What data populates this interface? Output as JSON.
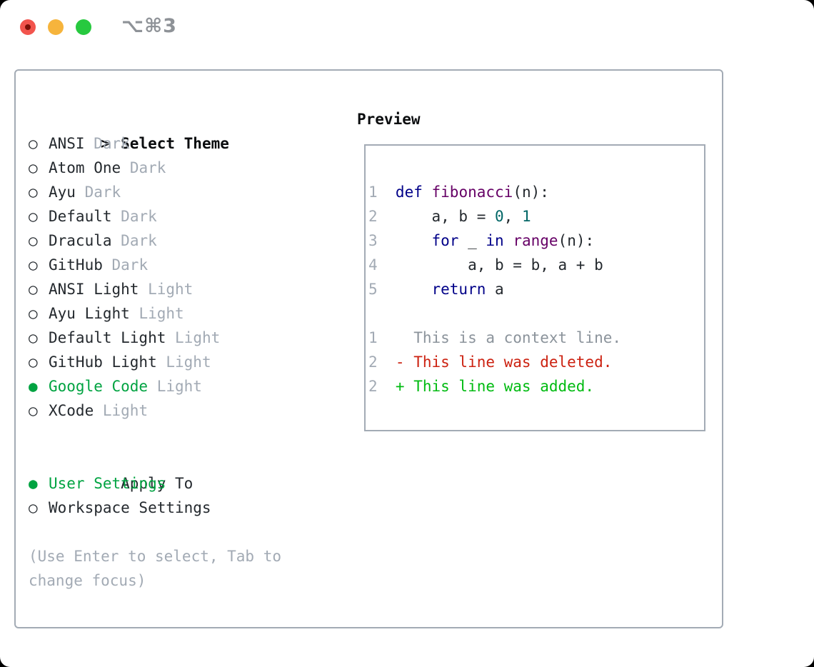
{
  "window": {
    "shortcut": "⌥⌘3"
  },
  "colors": {
    "text": "#24292e",
    "heading": "#0b0d0f",
    "muted": "#a2aab4",
    "context": "#8b939b",
    "border": "#a3abb5",
    "green": "#00a341",
    "kw": "#000088",
    "fn": "#660066",
    "num": "#006666",
    "red": "#cc2211",
    "diffgreen": "#00bb11",
    "tl_red": "#f2544d",
    "tl_red_dot": "#7c1008",
    "tl_yellow": "#f6b43c",
    "tl_green": "#27c93f",
    "shortcut": "#8e9297"
  },
  "symbols": {
    "header_prefix": ">",
    "radio_unselected": "○",
    "radio_selected": "●"
  },
  "theme_picker": {
    "header": "Select Theme",
    "items": [
      {
        "name": "ANSI",
        "tag": "Dark",
        "selected": false
      },
      {
        "name": "Atom One",
        "tag": "Dark",
        "selected": false
      },
      {
        "name": "Ayu",
        "tag": "Dark",
        "selected": false
      },
      {
        "name": "Default",
        "tag": "Dark",
        "selected": false
      },
      {
        "name": "Dracula",
        "tag": "Dark",
        "selected": false
      },
      {
        "name": "GitHub",
        "tag": "Dark",
        "selected": false
      },
      {
        "name": "ANSI Light",
        "tag": "Light",
        "selected": false
      },
      {
        "name": "Ayu Light",
        "tag": "Light",
        "selected": false
      },
      {
        "name": "Default Light",
        "tag": "Light",
        "selected": false
      },
      {
        "name": "GitHub Light",
        "tag": "Light",
        "selected": false
      },
      {
        "name": "Google Code",
        "tag": "Light",
        "selected": true
      },
      {
        "name": "XCode",
        "tag": "Light",
        "selected": false
      }
    ]
  },
  "apply_to": {
    "header": "Apply To",
    "options": [
      {
        "label": "User Settings",
        "selected": true
      },
      {
        "label": "Workspace Settings",
        "selected": false
      }
    ]
  },
  "help_text": [
    "(Use Enter to select, Tab to",
    "change focus)"
  ],
  "preview": {
    "header": "Preview",
    "code_lines": [
      {
        "num": "1",
        "tokens": [
          [
            "def",
            "kw"
          ],
          [
            " ",
            ""
          ],
          [
            "fibonacci",
            "fn"
          ],
          [
            "(n):",
            ""
          ]
        ]
      },
      {
        "num": "2",
        "tokens": [
          [
            "    a, b = ",
            ""
          ],
          [
            "0",
            "num"
          ],
          [
            ", ",
            ""
          ],
          [
            "1",
            "num"
          ]
        ]
      },
      {
        "num": "3",
        "tokens": [
          [
            "    ",
            ""
          ],
          [
            "for",
            "kw"
          ],
          [
            " _ ",
            ""
          ],
          [
            "in",
            "kw"
          ],
          [
            " ",
            ""
          ],
          [
            "range",
            "fn"
          ],
          [
            "(n):",
            ""
          ]
        ]
      },
      {
        "num": "4",
        "tokens": [
          [
            "        a, b = b, a + b",
            ""
          ]
        ]
      },
      {
        "num": "5",
        "tokens": [
          [
            "    ",
            ""
          ],
          [
            "return",
            "kw"
          ],
          [
            " a",
            ""
          ]
        ]
      }
    ],
    "diff_lines": [
      {
        "num": "1",
        "kind": "context",
        "text": "  This is a context line."
      },
      {
        "num": "2",
        "kind": "deleted",
        "text": "- This line was deleted."
      },
      {
        "num": "2",
        "kind": "added",
        "text": "+ This line was added."
      }
    ]
  }
}
